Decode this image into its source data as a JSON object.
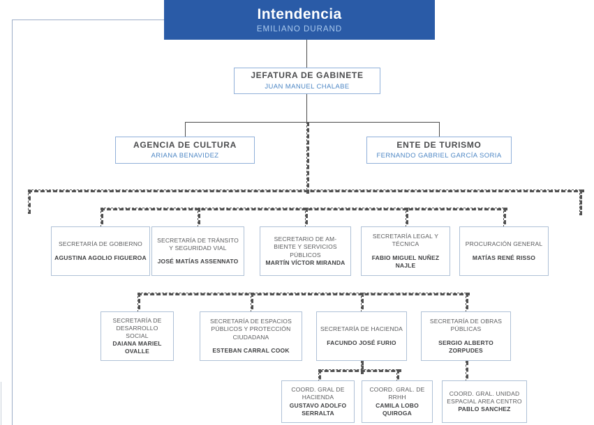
{
  "palette": {
    "header_bg": "#2A5BA7",
    "header_person": "#ABCAEE",
    "primary_border": "#8FAFD9",
    "secondary_border": "#AEC0D6",
    "title_dark": "#4A4B4D",
    "title_gray": "#58595B",
    "person_blue": "#4C86C4",
    "person_dark": "#3E3F41",
    "connector_solid": "#4A4A4A",
    "connector_dashed": "#515151",
    "left_frame_line": "#9DAEC8"
  },
  "nodes": {
    "intendencia": {
      "title": "Intendencia",
      "person": "EMILIANO DURAND"
    },
    "jefatura": {
      "title": "JEFATURA DE GABINETE",
      "person": "JUAN MANUEL CHALABE"
    },
    "agencia_cultura": {
      "title": "AGENCIA DE CULTURA",
      "person": "ARIANA BENAVIDEZ"
    },
    "ente_turismo": {
      "title": "ENTE DE TURISMO",
      "person": "FERNANDO GABRIEL GARCÍA SORIA"
    },
    "sec_gobierno": {
      "title": "SECRETARÍA DE GOBIERNO",
      "person": "AGUSTINA AGOLIO FIGUEROA"
    },
    "sec_transito": {
      "title": "SECRETARÍA DE TRÁNSITO Y SEGURIDAD VIAL",
      "person": "JOSÉ MATÍAS ASSENNATO"
    },
    "sec_ambiente": {
      "title": "SECRETARIO DE AM-BIENTE Y SERVICIOS PÚBLICOS",
      "person": "MARTÍN VÍCTOR MIRANDA"
    },
    "sec_legal": {
      "title": "SECRETARÍA LEGAL Y TÉCNICA",
      "person": "FABIO MIGUEL NUÑEZ NAJLE"
    },
    "procuracion": {
      "title": "PROCURACIÓN GENERAL",
      "person": "MATÍAS RENÉ RISSO"
    },
    "sec_desarrollo": {
      "title": "SECRETARÍA DE DESARROLLO SOCIAL",
      "person": "DAIANA MARIEL OVALLE"
    },
    "sec_espacios": {
      "title": "SECRETARÍA DE ESPACIOS PÚBLICOS Y PROTECCIÓN CIUDADANA",
      "person": "ESTEBAN CARRAL COOK"
    },
    "sec_hacienda": {
      "title": "SECRETARÍA DE HACIENDA",
      "person": "FACUNDO JOSÉ FURIO"
    },
    "sec_obras": {
      "title": "SECRETARÍA DE OBRAS PÚBLICAS",
      "person": "SERGIO ALBERTO ZORPUDES"
    },
    "coord_hacienda": {
      "title": "COORD. GRAL DE HACIENDA",
      "person": "GUSTAVO ADOLFO SERRALTA"
    },
    "coord_rrhh": {
      "title": "COORD. GRAL. DE RRHH",
      "person": "CAMILA LOBO QUIROGA"
    },
    "coord_unidad": {
      "title": "COORD. GRAL. UNIDAD ESPACIAL AREA CENTRO",
      "person": "PABLO SANCHEZ"
    }
  }
}
